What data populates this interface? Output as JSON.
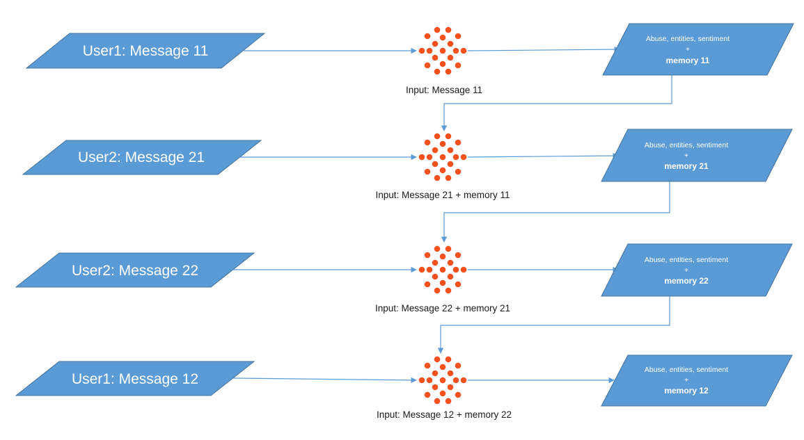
{
  "colors": {
    "shape_fill": "#5b9bd5",
    "shape_stroke": "#41719c",
    "connector": "#5b9bd5",
    "node_dots": "#f4511e",
    "caption_text": "#1a1a1a"
  },
  "node_icon": "neural-network-dots-icon",
  "rows": [
    {
      "input_label": "User1: Message 11",
      "caption": "Input: Message 11",
      "output": {
        "line1": "Abuse, entities, sentiment",
        "plus": "+",
        "memory": "memory 11"
      }
    },
    {
      "input_label": "User2: Message 21",
      "caption": "Input: Message 21 + memory 11",
      "output": {
        "line1": "Abuse, entities, sentiment",
        "plus": "+",
        "memory": "memory 21"
      }
    },
    {
      "input_label": "User2: Message 22",
      "caption": "Input: Message 22 + memory 21",
      "output": {
        "line1": "Abuse, entities, sentiment",
        "plus": "+",
        "memory": "memory 22"
      }
    },
    {
      "input_label": "User1: Message 12",
      "caption": "Input: Message 12 + memory 22",
      "output": {
        "line1": "Abuse, entities, sentiment",
        "plus": "+",
        "memory": "memory 12"
      }
    }
  ]
}
